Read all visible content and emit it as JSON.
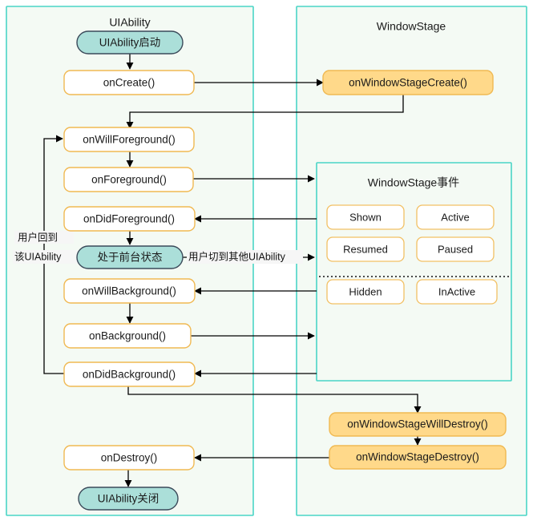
{
  "containers": {
    "ui_ability": {
      "title": "UIAbility"
    },
    "window_stage": {
      "title": "WindowStage"
    },
    "window_stage_events": {
      "title": "WindowStage事件"
    }
  },
  "nodes": {
    "ui_ability_start": "UIAbility启动",
    "on_create": "onCreate()",
    "on_will_foreground": "onWillForeground()",
    "on_foreground": "onForeground()",
    "on_did_foreground": "onDidForeground()",
    "foreground_state": "处于前台状态",
    "on_will_background": "onWillBackground()",
    "on_background": "onBackground()",
    "on_did_background": "onDidBackground()",
    "on_destroy": "onDestroy()",
    "ui_ability_close": "UIAbility关闭",
    "on_window_stage_create": "onWindowStageCreate()",
    "on_window_stage_will_destroy": "onWindowStageWillDestroy()",
    "on_window_stage_destroy": "onWindowStageDestroy()"
  },
  "events": {
    "shown": "Shown",
    "active": "Active",
    "resumed": "Resumed",
    "paused": "Paused",
    "hidden": "Hidden",
    "inactive": "InActive"
  },
  "edge_labels": {
    "return_line1": "用户回到",
    "return_line2": "该UIAbility",
    "switch_away": "用户切到其他UIAbility"
  },
  "colors": {
    "container_border": "#4ad5c6",
    "container_fill": "#f4faf4",
    "node_orange_fill": "#ffd98a",
    "node_orange_border": "#f0b952",
    "node_white_fill": "#ffffff",
    "node_teal_fill": "#abdfd9",
    "node_teal_border": "#3b4a5a",
    "edge": "#000000"
  }
}
